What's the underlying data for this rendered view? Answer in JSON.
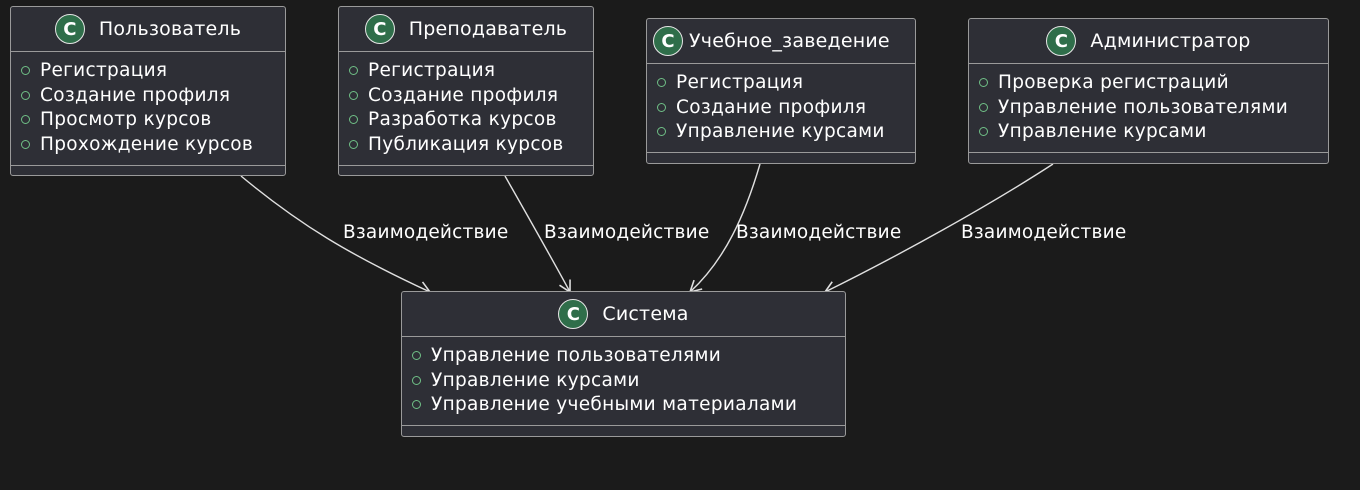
{
  "classes": {
    "user": {
      "name": "Пользователь",
      "members": [
        "Регистрация",
        "Создание профиля",
        "Просмотр курсов",
        "Прохождение курсов"
      ]
    },
    "teacher": {
      "name": "Преподаватель",
      "members": [
        "Регистрация",
        "Создание профиля",
        "Разработка курсов",
        "Публикация курсов"
      ]
    },
    "institution": {
      "name": "Учебное_заведение",
      "members": [
        "Регистрация",
        "Создание профиля",
        "Управление курсами"
      ]
    },
    "admin": {
      "name": "Администратор",
      "members": [
        "Проверка регистраций",
        "Управление пользователями",
        "Управление курсами"
      ]
    },
    "system": {
      "name": "Система",
      "members": [
        "Управление пользователями",
        "Управление курсами",
        "Управление учебными материалами"
      ]
    }
  },
  "class_icon_letter": "C",
  "edges": [
    {
      "label": "Взаимодействие"
    },
    {
      "label": "Взаимодействие"
    },
    {
      "label": "Взаимодействие"
    },
    {
      "label": "Взаимодействие"
    }
  ],
  "colors": {
    "background": "#1b1b1b",
    "class_fill": "#2e2f36",
    "border": "#9a9a9a",
    "icon_fill": "#2f6e4a",
    "visibility_marker": "#6fbf86",
    "text": "#ffffff"
  }
}
